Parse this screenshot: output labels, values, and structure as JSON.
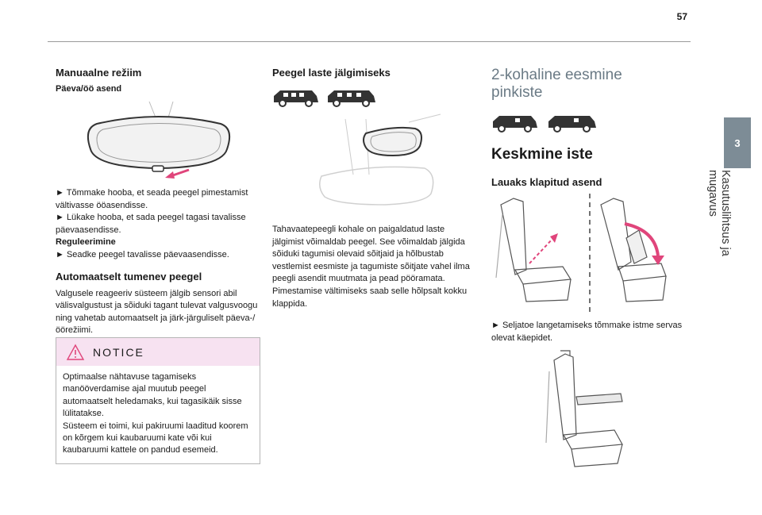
{
  "page_number": "57",
  "chapter": {
    "number": "3",
    "title": "Kasutuslihtsus ja mugavus"
  },
  "col1": {
    "heading": "Manuaalne režiim",
    "sub": "Päeva/öö asend",
    "para1": "► Tõmmake hooba, et seada peegel pimestamist vältivasse ööasendisse.",
    "para2": "► Lükake hooba, et sada peegel tagasi tavalisse päevaasendisse.",
    "bold": "Reguleerimine",
    "para3": "► Seadke peegel tavalisse päevaasendisse.",
    "heading2": "Automaatselt tumenev peegel",
    "para4": "Valgusele reageeriv süsteem jälgib sensori abil välisvalgustust ja sõiduki tagant tulevat valgusvoogu ning vahetab automaatselt ja järk-järguliselt päeva-/öörežiimi."
  },
  "notice": {
    "title": "NOTICE",
    "text1": "Optimaalse nähtavuse tagamiseks manööverdamise ajal muutub peegel automaatselt heledamaks, kui tagasikäik sisse lülitatakse.",
    "text2": "Süsteem ei toimi, kui pakiruumi laaditud koorem on kõrgem kui kaubaruumi kate või kui kaubaruumi kattele on pandud esemeid."
  },
  "col2": {
    "heading": "Peegel laste jälgimiseks",
    "para": "Tahavaatepeegli kohale on paigaldatud laste jälgimist võimaldab peegel. See võimaldab jälgida sõiduki tagumisi olevaid sõitjaid ja hõlbustab vestlemist eesmiste ja tagumiste sõitjate vahel ilma peegli asendit muutmata ja pead pööramata. Pimestamise vältimiseks saab selle hõlpsalt kokku klappida."
  },
  "col3": {
    "section": "2-kohaline eesmine pinkiste",
    "heading": "Keskmine iste",
    "sub": "Lauaks klapitud asend",
    "para": "► Seljatoe langetamiseks tõmmake istme servas olevat käepidet."
  },
  "colors": {
    "accent_pink": "#e0457b",
    "notice_bg": "#f7e2f1",
    "tab_gray": "#7d8c96",
    "section_gray": "#6a7a85"
  }
}
